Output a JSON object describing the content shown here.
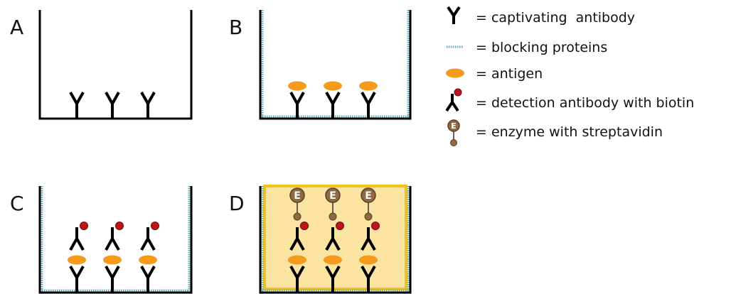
{
  "panels": [
    {
      "letter": "A",
      "blocking": false,
      "antigen": false,
      "detection": false,
      "enzyme": false,
      "substrate": false
    },
    {
      "letter": "B",
      "blocking": true,
      "antigen": true,
      "detection": false,
      "enzyme": false,
      "substrate": false
    },
    {
      "letter": "C",
      "blocking": true,
      "antigen": true,
      "detection": true,
      "enzyme": false,
      "substrate": false
    },
    {
      "letter": "D",
      "blocking": true,
      "antigen": true,
      "detection": true,
      "enzyme": true,
      "substrate": true
    }
  ],
  "enzyme_letter": "E",
  "legend": [
    {
      "icon": "captivating-antibody",
      "text": "= captivating  antibody"
    },
    {
      "icon": "blocking-proteins",
      "text": "= blocking proteins"
    },
    {
      "icon": "antigen",
      "text": "= antigen"
    },
    {
      "icon": "detection-antibody",
      "text": "= detection antibody with biotin"
    },
    {
      "icon": "enzyme",
      "text": "= enzyme with streptavidin"
    }
  ],
  "colors": {
    "line": "#000000",
    "blocking": "#5ba9b5",
    "antigen": "#f59a1a",
    "biotin": "#c0141c",
    "enzyme": "#8e6a43",
    "enzyme_stroke": "#5a3d22",
    "substrate_fill": "#fbe3a1",
    "substrate_border": "#f2c21b"
  }
}
